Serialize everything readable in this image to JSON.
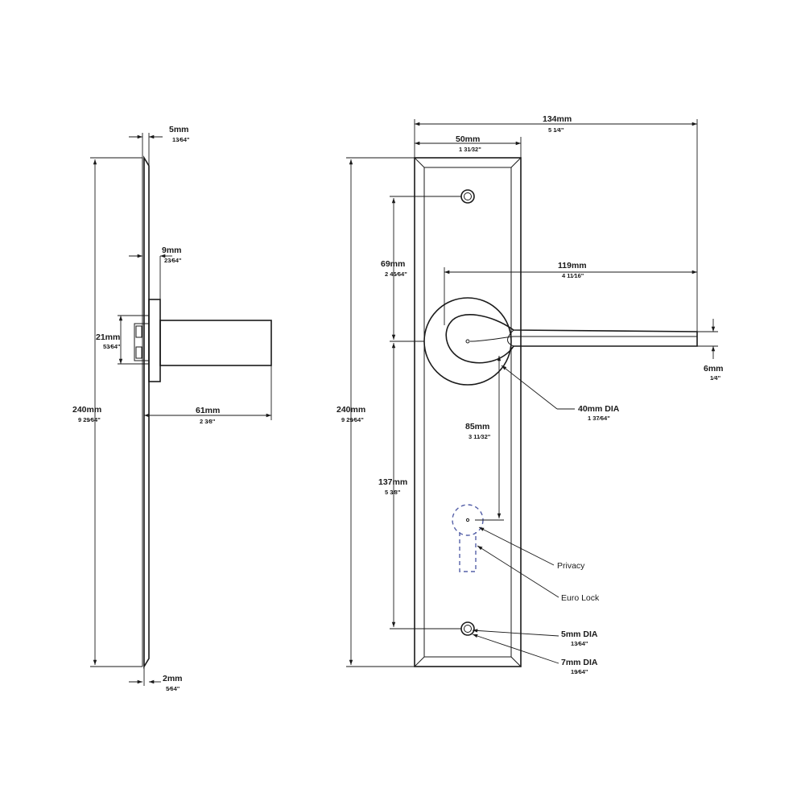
{
  "side_view": {
    "plate_thickness": {
      "metric": "5mm",
      "imperial": "13⁄64\""
    },
    "rose_thickness": {
      "metric": "9mm",
      "imperial": "23⁄64\""
    },
    "spindle_block": {
      "metric": "21mm",
      "imperial": "53⁄64\""
    },
    "overall_height": {
      "metric": "240mm",
      "imperial": "9 29⁄64\""
    },
    "projection": {
      "metric": "61mm",
      "imperial": "2 3⁄8\""
    },
    "edge": {
      "metric": "2mm",
      "imperial": "5⁄64\""
    }
  },
  "front_view": {
    "overall_width": {
      "metric": "134mm",
      "imperial": "5 1⁄4\""
    },
    "plate_width": {
      "metric": "50mm",
      "imperial": "1 31⁄32\""
    },
    "overall_height": {
      "metric": "240mm",
      "imperial": "9 29⁄64\""
    },
    "top_hole_to_lever": {
      "metric": "69mm",
      "imperial": "2 45⁄64\""
    },
    "lever_length": {
      "metric": "119mm",
      "imperial": "4 11⁄16\""
    },
    "lever_thickness": {
      "metric": "6mm",
      "imperial": "1⁄4\""
    },
    "rose_diameter": {
      "metric": "40mm DIA",
      "imperial": "1 37⁄64\""
    },
    "centres": {
      "metric": "85mm",
      "imperial": "3 11⁄32\""
    },
    "lever_to_bottom_hole": {
      "metric": "137mm",
      "imperial": "5 3⁄8\""
    },
    "privacy_label": "Privacy",
    "euro_lock_label": "Euro Lock",
    "hole_small": {
      "metric": "5mm DIA",
      "imperial": "13⁄64\""
    },
    "hole_large": {
      "metric": "7mm DIA",
      "imperial": "19⁄64\""
    }
  },
  "colors": {
    "line": "#1a1a1a",
    "hidden_outline": "#5560a8",
    "background": "#ffffff"
  }
}
